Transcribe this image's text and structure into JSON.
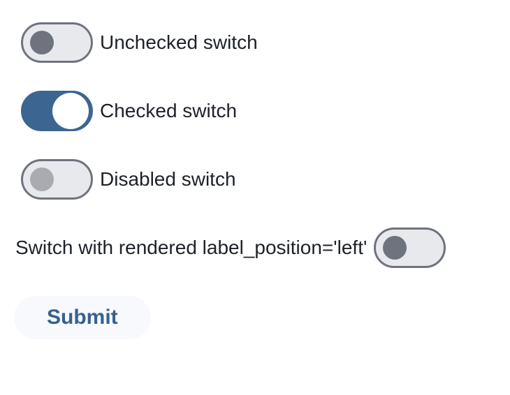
{
  "colors": {
    "page_bg": "#ffffff",
    "accent": "#3c6691",
    "track_bg": "#e8e9ed",
    "track_border": "#6e737d",
    "thumb_unchecked": "#6e737d",
    "thumb_checked": "#ffffff",
    "thumb_disabled": "#a9abb0",
    "label_text": "#1d2129",
    "button_bg": "#f8f9fc",
    "button_text": "#35618f"
  },
  "switches": [
    {
      "label": "Unchecked switch",
      "checked": false,
      "disabled": false,
      "label_position": "right"
    },
    {
      "label": "Checked switch",
      "checked": true,
      "disabled": false,
      "label_position": "right"
    },
    {
      "label": "Disabled switch",
      "checked": false,
      "disabled": true,
      "label_position": "right"
    },
    {
      "label": "Switch with rendered label_position='left'",
      "checked": false,
      "disabled": false,
      "label_position": "left"
    }
  ],
  "button": {
    "label": "Submit"
  }
}
